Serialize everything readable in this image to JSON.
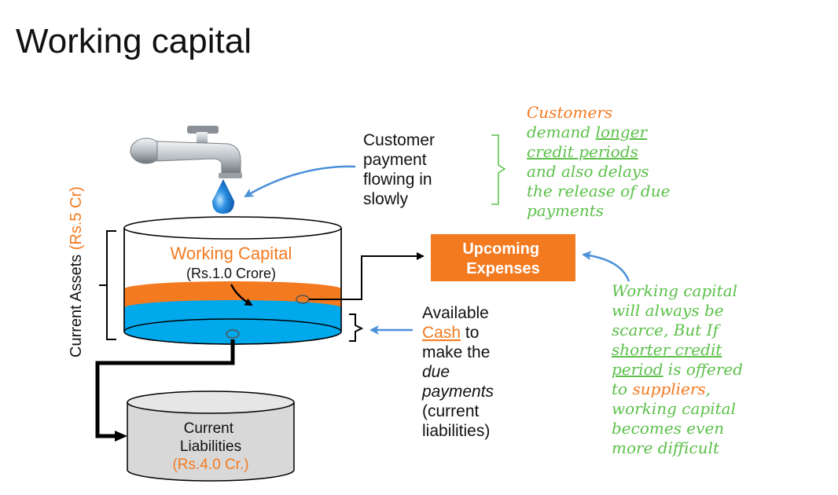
{
  "title": "Working capital",
  "colors": {
    "orange": "#f47a20",
    "blue": "#00a8ec",
    "green": "#5cc04a",
    "gray": "#d8d8d8",
    "arrow_blue": "#4a90d9"
  },
  "labels": {
    "customer_payment": [
      "Customer",
      "payment",
      "flowing in",
      "slowly"
    ],
    "customers_note": {
      "line1": "Customers",
      "line2_a": "demand ",
      "line2_b": "longer",
      "line3": "credit periods",
      "line4": "and also delays",
      "line5": "the release of due",
      "line6": "payments"
    },
    "y_axis_a": "Current Assets ",
    "y_axis_b": "(Rs.5 Cr)",
    "working_capital": "Working Capital",
    "working_capital_value": "(Rs.1.0 Crore)",
    "upcoming": [
      "Upcoming",
      "Expenses"
    ],
    "available_cash": {
      "line1": "Available",
      "cash": "Cash",
      "to": " to",
      "line3": "make the",
      "line4": "due",
      "line5": "payments",
      "line6": "(current",
      "line7": "liabilities)"
    },
    "liabilities": {
      "line1": "Current",
      "line2": "Liabilities",
      "value": "(Rs.4.0 Cr.)"
    },
    "wc_note": {
      "line1": "Working capital",
      "line2": "will always be",
      "line3": "scarce, But If",
      "line4": "shorter credit",
      "line5_a": "period",
      "line5_b": " is offered",
      "line6_a": "to ",
      "line6_b": "suppliers",
      "line6_c": ",",
      "line7": "working capital",
      "line8": "becomes even",
      "line9": "more difficult"
    }
  }
}
